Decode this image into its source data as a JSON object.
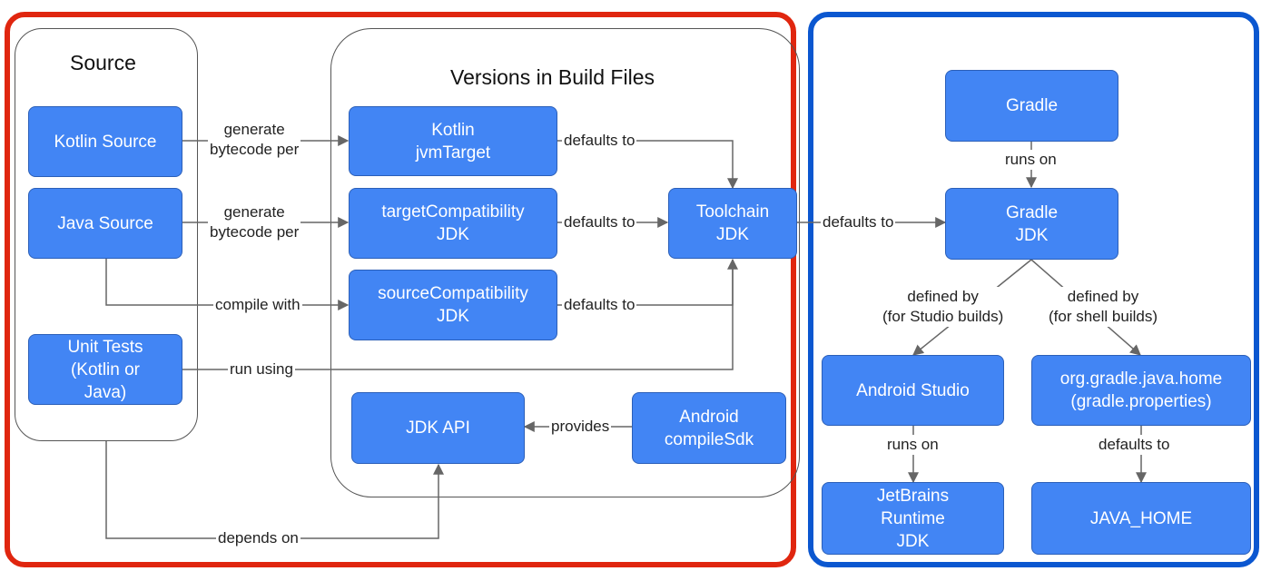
{
  "colors": {
    "frame_left": "#e0260f",
    "frame_right": "#0b57d0",
    "box_fill": "#4285f4",
    "box_border": "#2b5fb8",
    "arrow": "#666666"
  },
  "groups": {
    "source_title": "Source",
    "versions_title": "Versions in Build Files"
  },
  "boxes": {
    "kotlin_source": "Kotlin Source",
    "java_source": "Java Source",
    "unit_tests": "Unit Tests\n(Kotlin or\nJava)",
    "kotlin_jvmtarget": "Kotlin\njvmTarget",
    "target_compat": "targetCompatibility\nJDK",
    "source_compat": "sourceCompatibility\nJDK",
    "toolchain": "Toolchain\nJDK",
    "jdk_api": "JDK API",
    "android_compilesdk": "Android\ncompileSdk",
    "gradle": "Gradle",
    "gradle_jdk": "Gradle\nJDK",
    "android_studio": "Android Studio",
    "org_gradle_java_home": "org.gradle.java.home\n(gradle.properties)",
    "jetbrains_runtime": "JetBrains\nRuntime\nJDK",
    "java_home": "JAVA_HOME"
  },
  "labels": {
    "generate_1": "generate\nbytecode per",
    "generate_2": "generate\nbytecode per",
    "compile_with": "compile with",
    "run_using": "run using",
    "depends_on": "depends on",
    "defaults_1": "defaults to",
    "defaults_2": "defaults to",
    "defaults_3": "defaults to",
    "provides": "provides",
    "toolchain_defaults": "defaults to",
    "runs_on_1": "runs on",
    "defined_studio": "defined by\n(for Studio builds)",
    "defined_shell": "defined by\n(for shell builds)",
    "runs_on_2": "runs on",
    "defaults_java_home": "defaults to"
  }
}
